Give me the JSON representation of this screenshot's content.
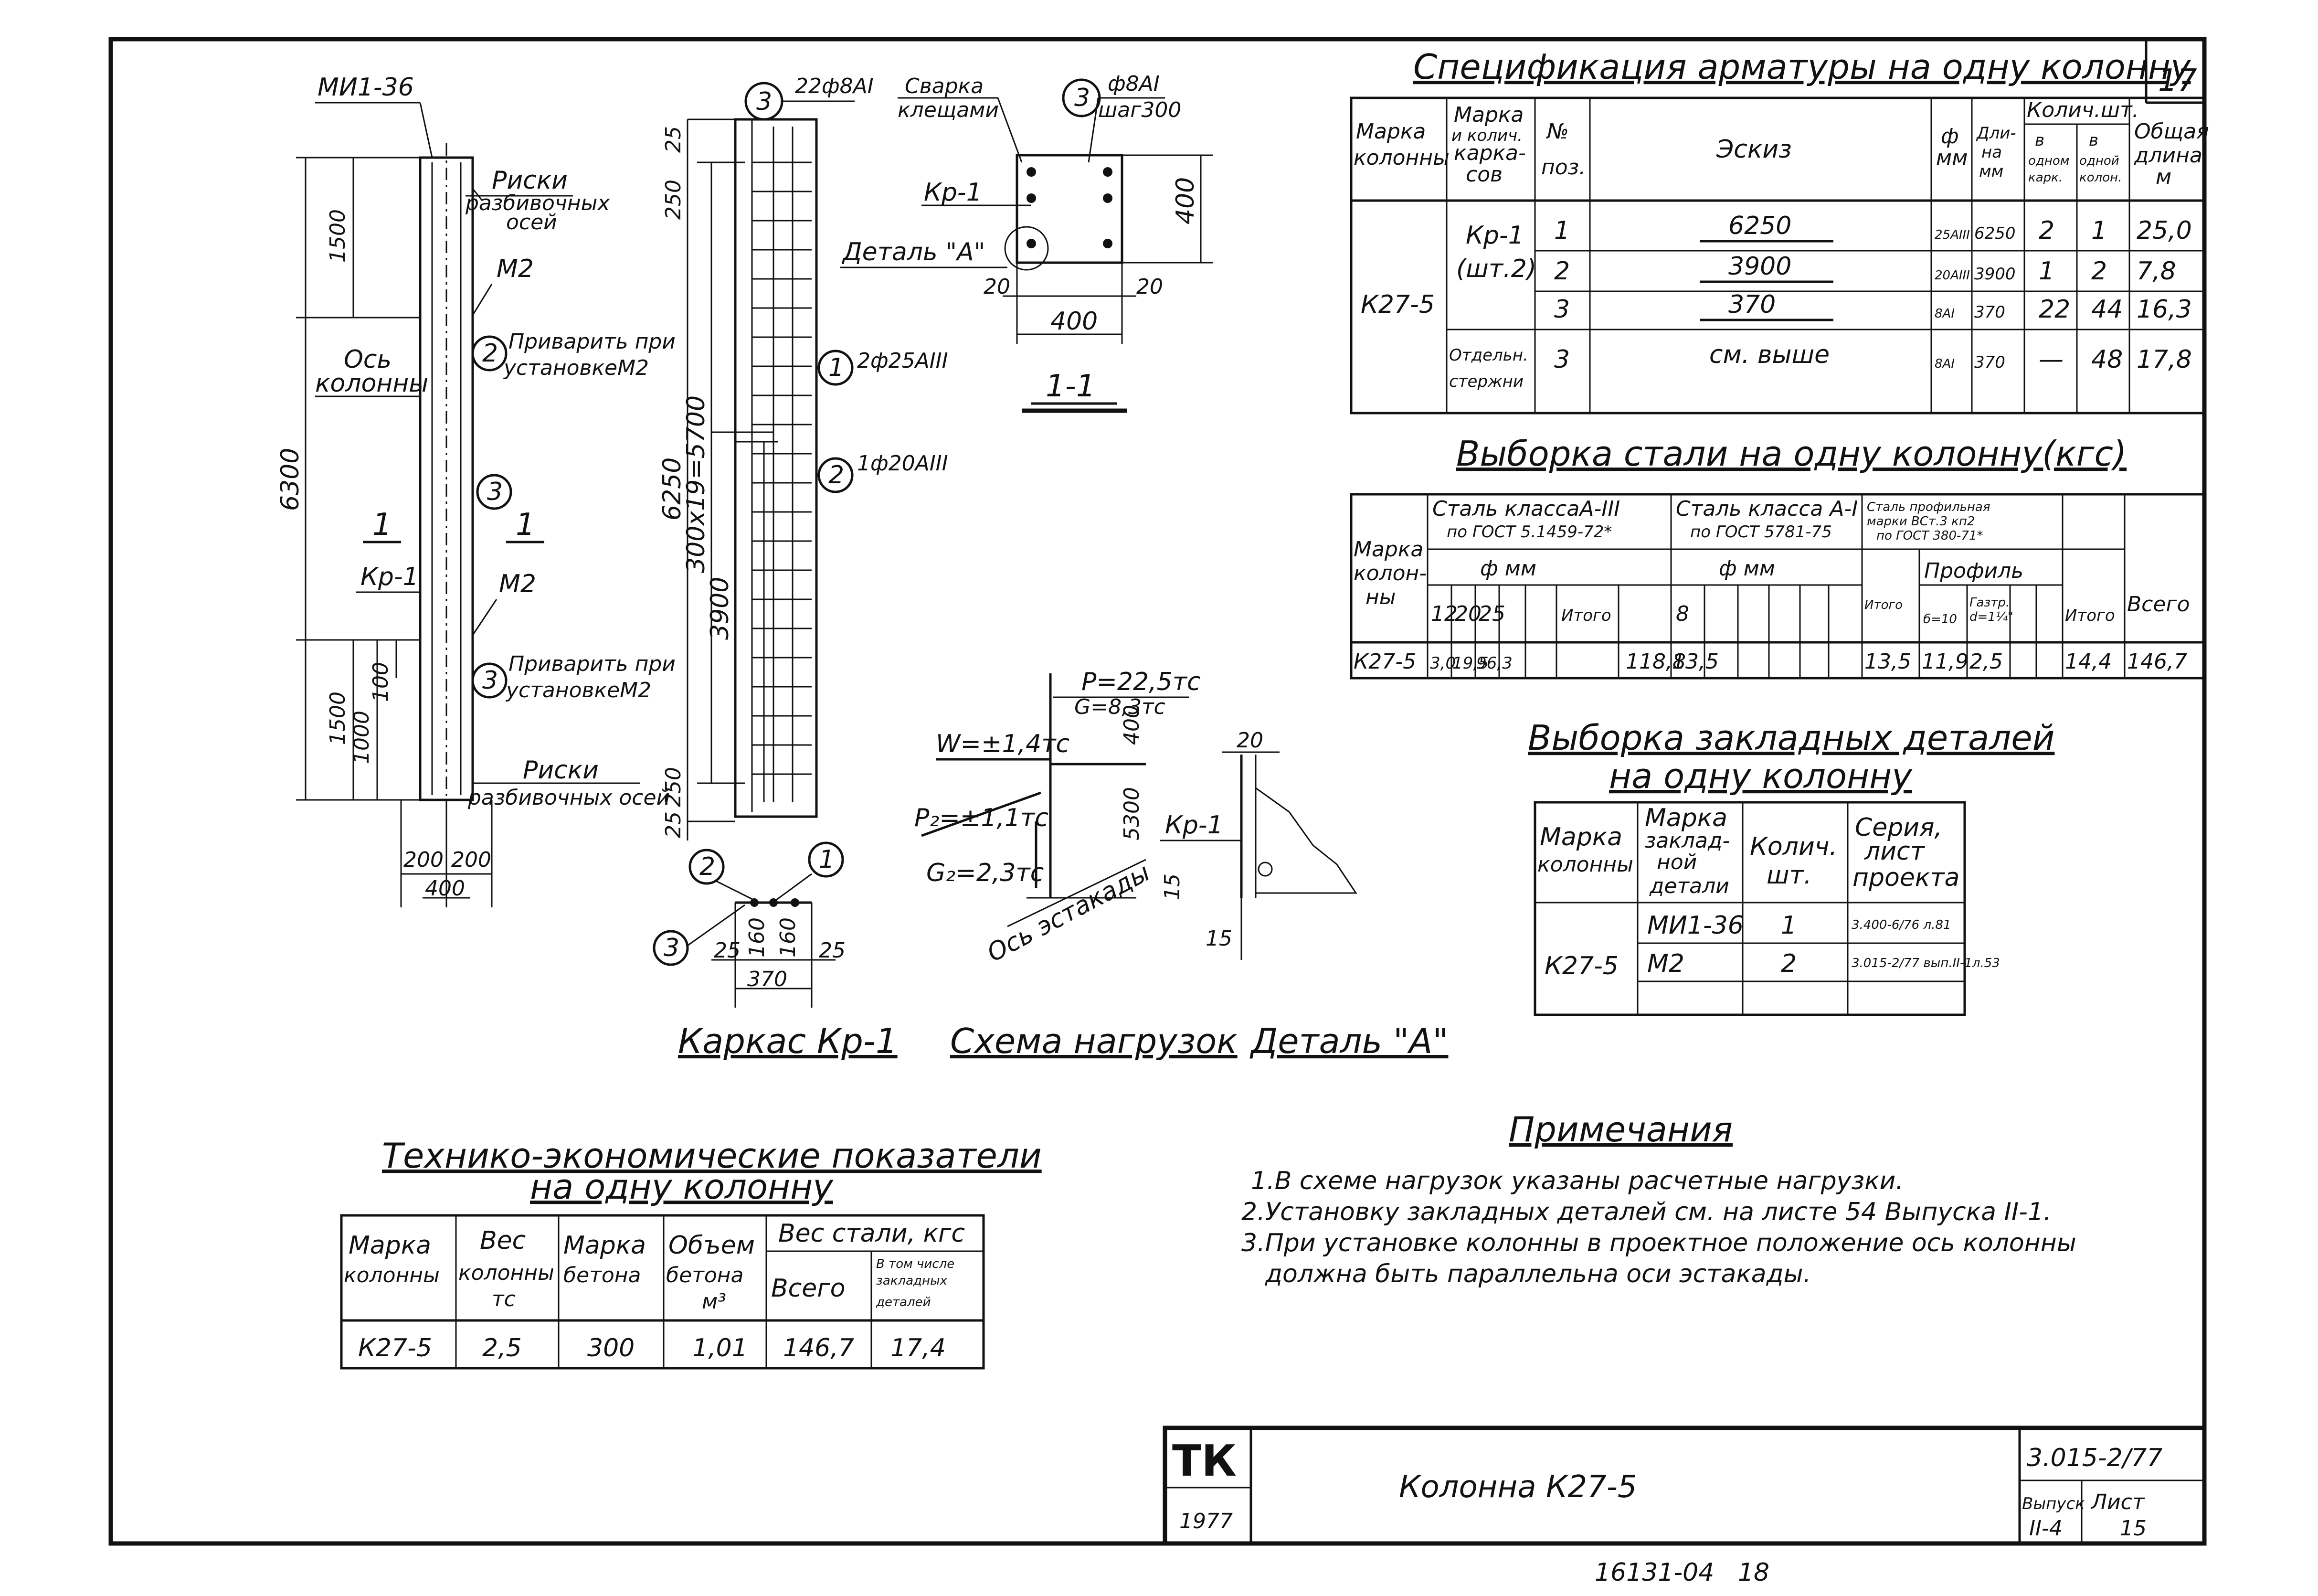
{
  "sheet_number": "17",
  "stamp": {
    "logo": "ТК",
    "year": "1977",
    "title": "Колонна К27-5",
    "series": "3.015-2/77",
    "issue_label": "Выпуск",
    "issue": "II-4",
    "sheet_label": "Лист",
    "sheet": "15"
  },
  "archive_number": "16131-04   18",
  "column_view": {
    "top_label": "МИ1-36",
    "risk_label": "Риски разбивочных осей",
    "m2": "М2",
    "axis": "Ось колонны",
    "weld_note": "Приварить при установке М2",
    "section": "1",
    "kr1": "Кр-1",
    "dim_6300": "6300",
    "dim_1500": "1500",
    "dim_1000": "1000",
    "dim_100": "100",
    "dim_200": "200",
    "dim_400": "400"
  },
  "frame_view": {
    "top_bars": "22ф8АI",
    "bar1": "2ф25АIII",
    "bar2": "1ф20АIII",
    "dim_6250": "6250",
    "dim_pitch": "300x19=5700",
    "dim_3900": "3900",
    "dim_250": "250",
    "dim_25": "25",
    "dim_160": "160",
    "dim_370": "370",
    "caption": "Каркас Кр-1"
  },
  "section_view": {
    "weld": "Сварка клещами",
    "stirrup": "ф8АI шаг 300",
    "kr1": "Кр-1",
    "detail": "Деталь \"А\"",
    "dim_20": "20",
    "dim_400": "400",
    "caption": "1-1"
  },
  "load_scheme": {
    "p": "Р=22,5тс",
    "g": "G=8,3тс",
    "w": "W=±1,4тс",
    "p2": "Р₂=±1,1тс",
    "g2": "G₂=2,3тс",
    "dim_400": "400",
    "dim_5300": "5300",
    "axis": "Ось эстакады",
    "caption": "Схема нагрузок"
  },
  "detail_a": {
    "kr1": "Кр-1",
    "dim_20": "20",
    "dim_15": "15",
    "caption": "Деталь \"А\""
  },
  "spec_table": {
    "title": "Спецификация арматуры на одну колонну",
    "headers": [
      "Марка колонны",
      "Марка и колич. карка-сов",
      "№ поз.",
      "Эскиз",
      "ф мм",
      "Дли-на мм",
      "в одном карк.",
      "в одной колон.",
      "Общая длина м"
    ],
    "qty_header": "Колич.шт.",
    "mark": "К27-5",
    "frame": "Кр-1 (шт.2)",
    "separate": "Отдельн. стержни",
    "rows": [
      {
        "pos": "1",
        "sketch": "6250",
        "dia": "25АIII",
        "len": "6250",
        "n1": "2",
        "n2": "1",
        "total": "25,0"
      },
      {
        "pos": "2",
        "sketch": "3900",
        "dia": "20АIII",
        "len": "3900",
        "n1": "1",
        "n2": "2",
        "total": "7,8"
      },
      {
        "pos": "3",
        "sketch": "370",
        "dia": "8АI",
        "len": "370",
        "n1": "22",
        "n2": "44",
        "total": "16,3"
      },
      {
        "pos": "3",
        "sketch": "см. выше",
        "dia": "8АI",
        "len": "370",
        "n1": "—",
        "n2": "48",
        "total": "17,8"
      }
    ]
  },
  "steel_table": {
    "title": "Выборка стали на одну колонну(кгс)",
    "col_mark": "Марка колон-ны",
    "g1": "Сталь класса А-III по ГОСТ 5.1459-72*",
    "g2": "Сталь класса А-I по ГОСТ 5781-75",
    "g3": "Сталь профильная марки ВСт.3 кп2 по ГОСТ 380-71*",
    "fmm": "ф мм",
    "profile": "Профиль",
    "d12": "12",
    "d20": "20",
    "d25": "25",
    "d8": "8",
    "itogo": "Итого",
    "b": "б=10",
    "gaz": "Газтр. d=1¼\"",
    "vsego": "Всего",
    "row": {
      "mark": "К27-5",
      "v12": "3,0",
      "v20": "19,5",
      "v25": "96,3",
      "it1": "118,8",
      "v8": "13,5",
      "it2": "13,5",
      "vb": "11,9",
      "vg": "2,5",
      "it3": "14,4",
      "all": "146,7"
    }
  },
  "embed_table": {
    "title": "Выборка закладных деталей",
    "subtitle": "на одну колонну",
    "headers": [
      "Марка колонны",
      "Марка заклад-ной детали",
      "Колич. шт.",
      "Серия, лист проекта"
    ],
    "mark": "К27-5",
    "rows": [
      {
        "part": "МИ1-36",
        "qty": "1",
        "series": "3.400-6/76 л.81"
      },
      {
        "part": "М2",
        "qty": "2",
        "series": "3.015-2/77 вып.II-1л.53"
      }
    ]
  },
  "tech_table": {
    "title": "Технико-экономические показатели",
    "subtitle": "на одну колонну",
    "headers": [
      "Марка колонны",
      "Вес колонны тс",
      "Марка бетона",
      "Объем бетона м³"
    ],
    "steel_group": "Вес стали, кгс",
    "steel_all": "Всего",
    "steel_emb": "В том числе закладных деталей",
    "row": {
      "mark": "К27-5",
      "weight": "2,5",
      "grade": "300",
      "volume": "1,01",
      "steel": "146,7",
      "emb": "17,4"
    }
  },
  "notes": {
    "title": "Примечания",
    "items": [
      "1.В схеме нагрузок указаны расчетные нагрузки.",
      "2.Установку закладных деталей см. на листе 54 Выпуска II-1.",
      "3.При установке колонны в проектное положение ось колонны",
      "должна быть параллельна оси эстакады."
    ]
  }
}
